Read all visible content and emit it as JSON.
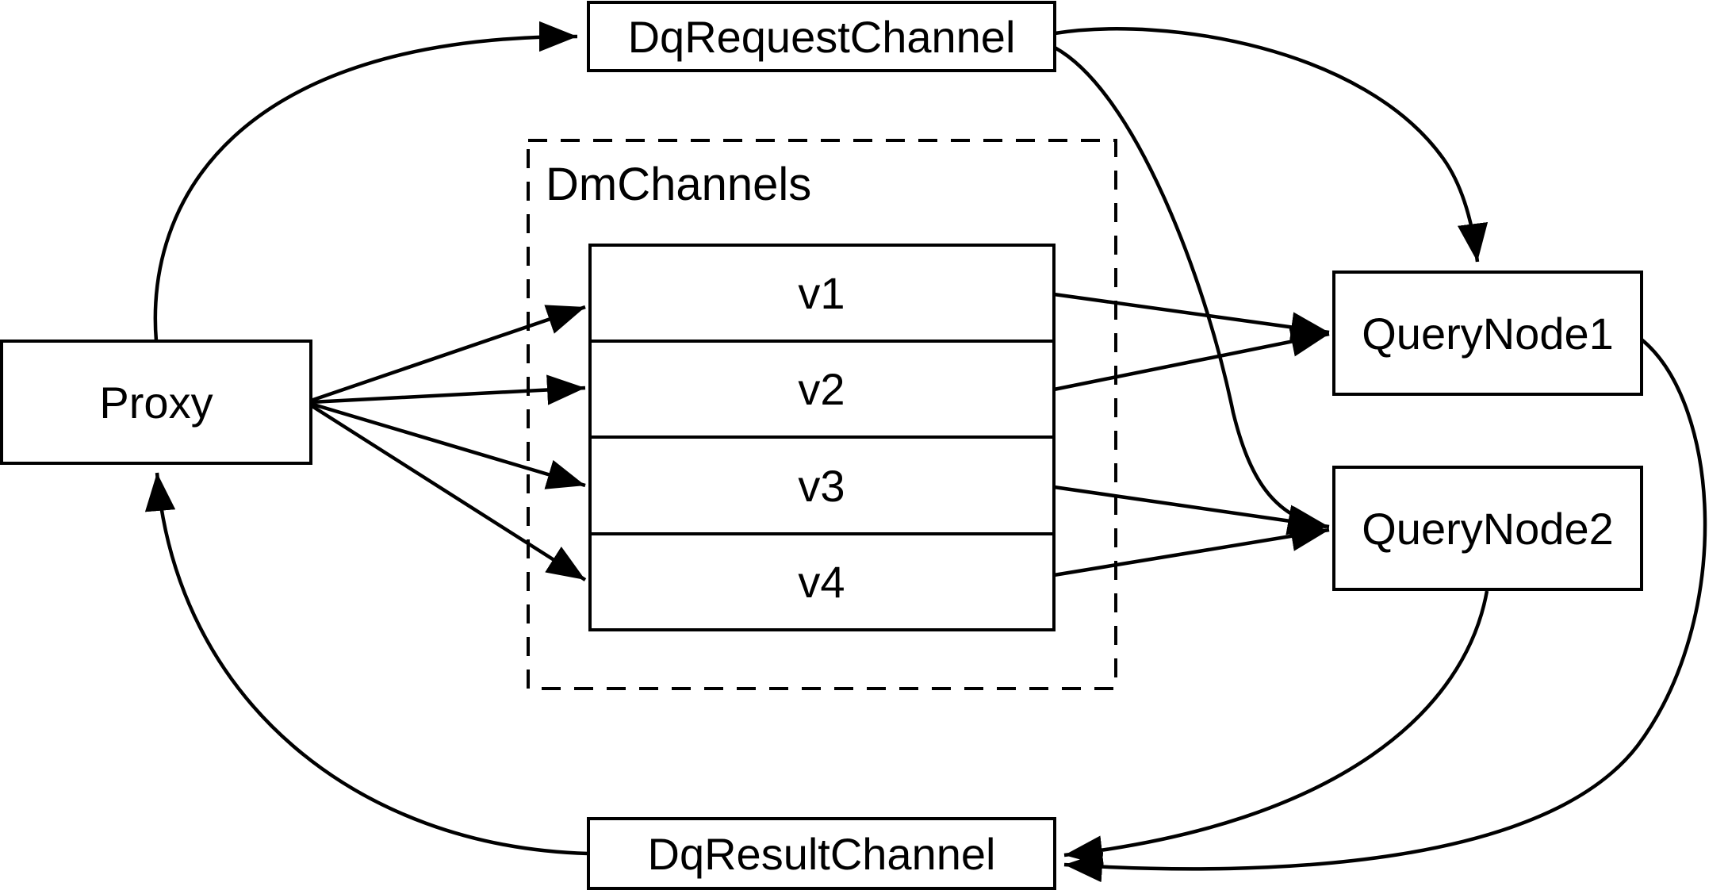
{
  "diagram": {
    "colors": {
      "background": "#ffffff",
      "stroke": "#000000",
      "text": "#000000"
    },
    "nodes": {
      "proxy": {
        "label": "Proxy"
      },
      "dq_request_channel": {
        "label": "DqRequestChannel"
      },
      "dm_channels_group": {
        "label": "DmChannels"
      },
      "dm_channel_rows": [
        {
          "label": "v1"
        },
        {
          "label": "v2"
        },
        {
          "label": "v3"
        },
        {
          "label": "v4"
        }
      ],
      "query_node_1": {
        "label": "QueryNode1"
      },
      "query_node_2": {
        "label": "QueryNode2"
      },
      "dq_result_channel": {
        "label": "DqResultChannel"
      }
    },
    "edges": [
      {
        "from": "Proxy",
        "to": "DqRequestChannel",
        "style": "curved-arrow"
      },
      {
        "from": "DqRequestChannel",
        "to": "QueryNode1",
        "style": "curved-arrow"
      },
      {
        "from": "DqRequestChannel",
        "to": "QueryNode2",
        "style": "curved-arrow"
      },
      {
        "from": "Proxy",
        "to": "v1",
        "style": "straight-arrow"
      },
      {
        "from": "Proxy",
        "to": "v2",
        "style": "straight-arrow"
      },
      {
        "from": "Proxy",
        "to": "v3",
        "style": "straight-arrow"
      },
      {
        "from": "Proxy",
        "to": "v4",
        "style": "straight-arrow"
      },
      {
        "from": "v1",
        "to": "QueryNode1",
        "style": "straight-arrow"
      },
      {
        "from": "v2",
        "to": "QueryNode1",
        "style": "straight-arrow"
      },
      {
        "from": "v3",
        "to": "QueryNode2",
        "style": "straight-arrow"
      },
      {
        "from": "v4",
        "to": "QueryNode2",
        "style": "straight-arrow"
      },
      {
        "from": "QueryNode1",
        "to": "DqResultChannel",
        "style": "curved-arrow"
      },
      {
        "from": "QueryNode2",
        "to": "DqResultChannel",
        "style": "curved-arrow"
      },
      {
        "from": "DqResultChannel",
        "to": "Proxy",
        "style": "curved-arrow"
      }
    ]
  }
}
